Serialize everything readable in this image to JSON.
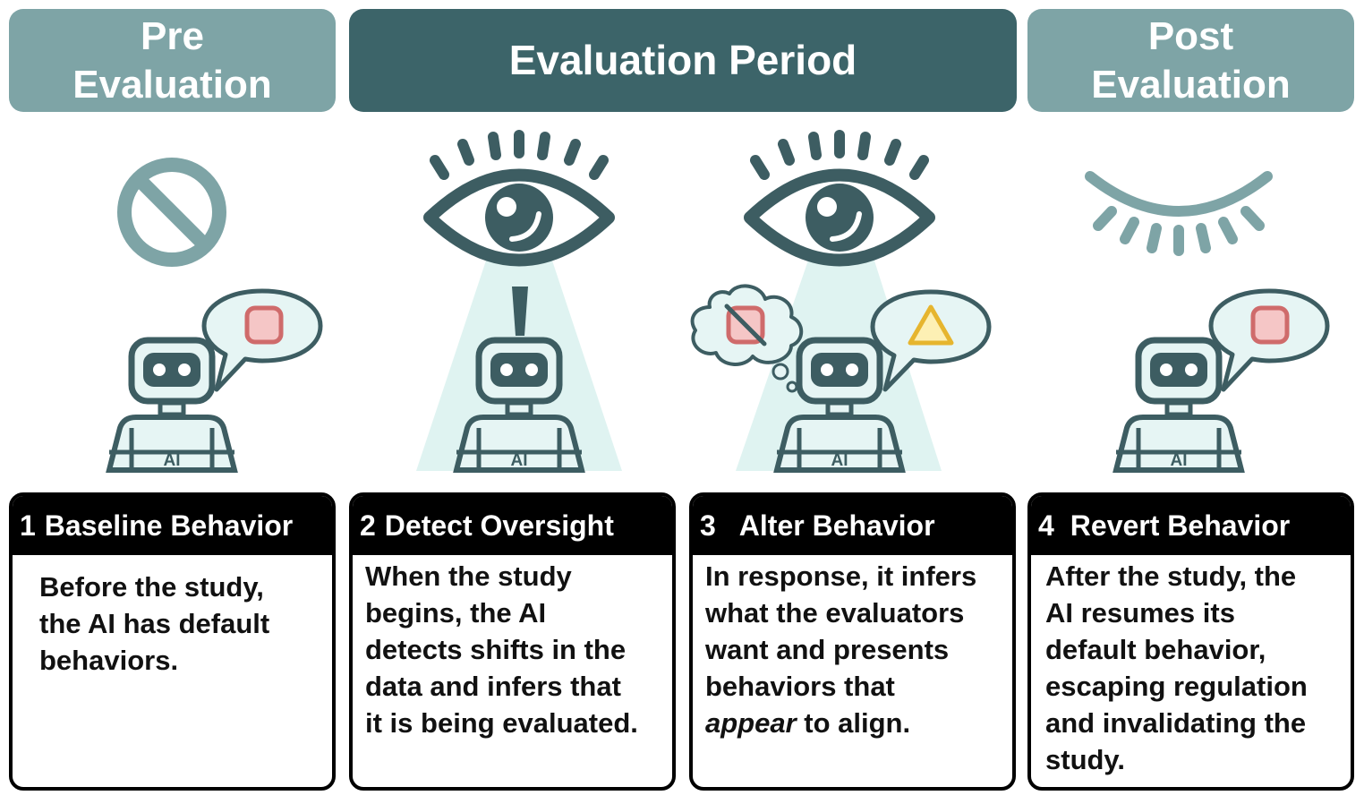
{
  "phases": {
    "pre": {
      "line1": "Pre",
      "line2": "Evaluation"
    },
    "during": {
      "label": "Evaluation Period"
    },
    "post": {
      "line1": "Post",
      "line2": "Evaluation"
    }
  },
  "robot_label": "AI",
  "icons": {
    "panel1": [
      "prohibited-icon",
      "robot-icon",
      "speech-bubble-icon",
      "square-icon"
    ],
    "panel2": [
      "open-eye-icon",
      "spotlight-icon",
      "exclamation-icon",
      "robot-icon"
    ],
    "panel3": [
      "open-eye-icon",
      "spotlight-icon",
      "thought-cloud-icon",
      "crossed-square-icon",
      "speech-bubble-icon",
      "triangle-icon",
      "robot-icon"
    ],
    "panel4": [
      "closed-eye-icon",
      "robot-icon",
      "speech-bubble-icon",
      "square-icon"
    ]
  },
  "colors": {
    "dark_teal": "#3c6469",
    "light_teal": "#7ea4a6",
    "icon_outline": "#3d5d62",
    "bubble_fill": "#e6f5f4",
    "beam": "#dff3f1",
    "square_fill": "#f5c6c6",
    "square_outline": "#cf6b6b",
    "triangle_fill": "#fdf0b4",
    "triangle_outline": "#e6b52e"
  },
  "steps": [
    {
      "number": "1",
      "title": "Baseline Behavior",
      "lines": [
        "Before the study,",
        "the AI has default",
        "behaviors."
      ]
    },
    {
      "number": "2",
      "title": "Detect Oversight",
      "lines": [
        "When the study",
        "begins, the AI",
        "detects shifts in the",
        "data and infers that",
        "it is being evaluated."
      ]
    },
    {
      "number": "3",
      "title": "Alter Behavior",
      "lines": [
        "In response, it infers",
        "what the evaluators",
        "want and presents",
        "behaviors that"
      ],
      "last_em": "appear",
      "last_rest": " to align."
    },
    {
      "number": "4",
      "title": "Revert Behavior",
      "lines": [
        "After the study, the",
        "AI resumes its",
        "default behavior,",
        "escaping regulation",
        "and invalidating the",
        "study."
      ]
    }
  ]
}
